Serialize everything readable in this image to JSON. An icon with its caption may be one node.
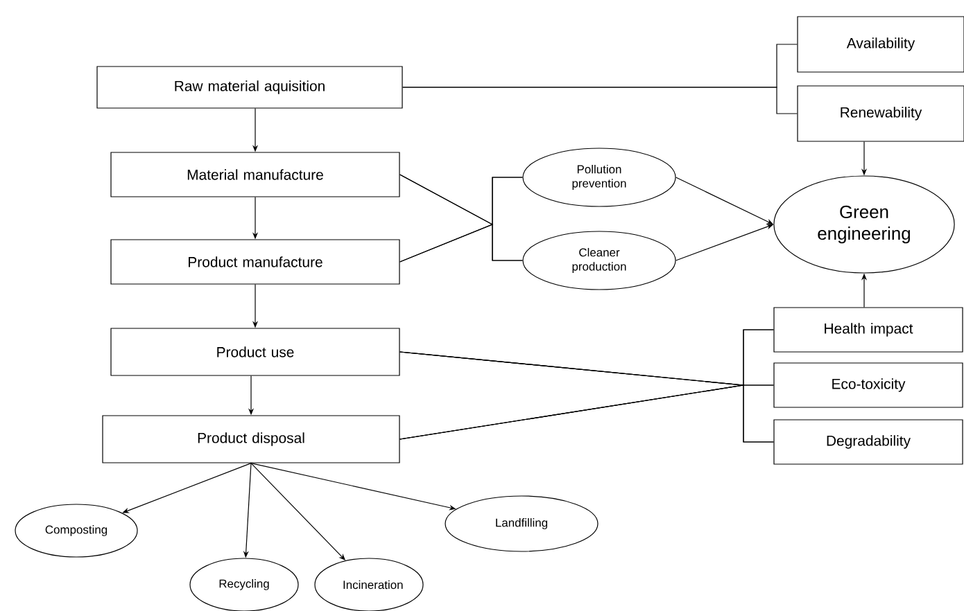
{
  "diagram": {
    "nodes": [
      {
        "text": [
          "Raw material aquisition"
        ]
      },
      {
        "text": [
          "Material manufacture"
        ]
      },
      {
        "text": [
          "Product manufacture"
        ]
      },
      {
        "text": [
          "Product use"
        ]
      },
      {
        "text": [
          "Product disposal"
        ]
      },
      {
        "text": [
          "Composting"
        ]
      },
      {
        "text": [
          "Recycling"
        ]
      },
      {
        "text": [
          "Incineration"
        ]
      },
      {
        "text": [
          "Landfilling"
        ]
      },
      {
        "text": [
          "Pollution prevention"
        ]
      },
      {
        "text": [
          "Cleaner production"
        ]
      },
      {
        "text": [
          "Green engineering"
        ]
      },
      {
        "text": [
          "Availability"
        ]
      },
      {
        "text": [
          "Renewability"
        ]
      },
      {
        "text": [
          "Health impact"
        ]
      },
      {
        "text": [
          "Eco-toxicity"
        ]
      },
      {
        "text": [
          "Degradability"
        ]
      }
    ],
    "edges": [
      {
        "from": 0,
        "to": 1,
        "arrow": "to"
      },
      {
        "from": 1,
        "to": 2,
        "arrow": "to"
      },
      {
        "from": 2,
        "to": 3,
        "arrow": "to"
      },
      {
        "from": 3,
        "to": 4,
        "arrow": "to"
      },
      {
        "from": 4,
        "to": 5,
        "arrow": "to"
      },
      {
        "from": 4,
        "to": 6,
        "arrow": "to"
      },
      {
        "from": 4,
        "to": 7,
        "arrow": "to"
      },
      {
        "from": 4,
        "to": 8,
        "arrow": "to"
      },
      {
        "from": 0,
        "to": 12,
        "arrow": "none"
      },
      {
        "from": 0,
        "to": 13,
        "arrow": "none"
      },
      {
        "from": 1,
        "to": 9,
        "arrow": "none"
      },
      {
        "from": 1,
        "to": 10,
        "arrow": "none"
      },
      {
        "from": 2,
        "to": 9,
        "arrow": "none"
      },
      {
        "from": 2,
        "to": 10,
        "arrow": "none"
      },
      {
        "from": 9,
        "to": 11,
        "arrow": "to"
      },
      {
        "from": 10,
        "to": 11,
        "arrow": "to"
      },
      {
        "from": 13,
        "to": 11,
        "arrow": "to"
      },
      {
        "from": 14,
        "to": 11,
        "arrow": "to"
      },
      {
        "from": 3,
        "to": 14,
        "arrow": "none"
      },
      {
        "from": 3,
        "to": 15,
        "arrow": "none"
      },
      {
        "from": 3,
        "to": 16,
        "arrow": "none"
      },
      {
        "from": 4,
        "to": 14,
        "arrow": "none"
      },
      {
        "from": 4,
        "to": 15,
        "arrow": "none"
      },
      {
        "from": 4,
        "to": 16,
        "arrow": "none"
      }
    ]
  }
}
